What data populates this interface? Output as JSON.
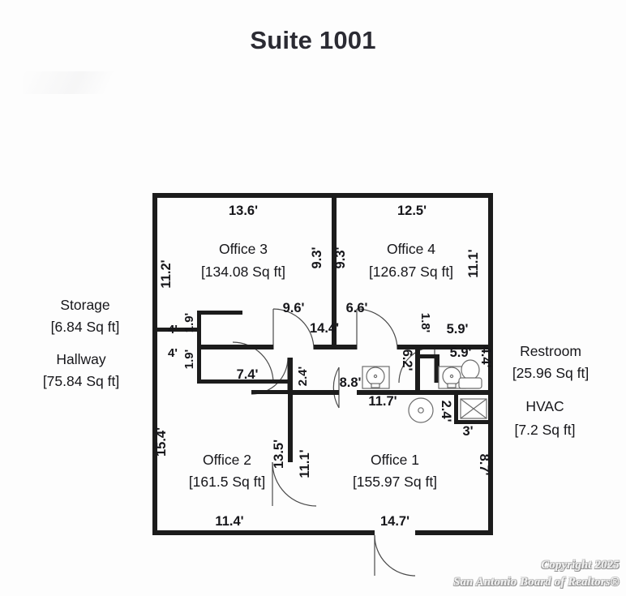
{
  "title": "Suite 1001",
  "copyright": {
    "line1": "Copyright 2025",
    "line2": "San Antonio Board of Realtors®"
  },
  "side_labels": {
    "storage_name": "Storage",
    "storage_area": "[6.84 Sq ft]",
    "hallway_name": "Hallway",
    "hallway_area": "[75.84 Sq ft]",
    "restroom_name": "Restroom",
    "restroom_area": "[25.96 Sq ft]",
    "hvac_name": "HVAC",
    "hvac_area": "[7.2 Sq ft]"
  },
  "rooms": [
    {
      "id": "office3",
      "name": "Office 3",
      "area": "[134.08 Sq ft]"
    },
    {
      "id": "office4",
      "name": "Office 4",
      "area": "[126.87 Sq ft]"
    },
    {
      "id": "office2",
      "name": "Office 2",
      "area": "[161.5 Sq ft]"
    },
    {
      "id": "office1",
      "name": "Office 1",
      "area": "[155.97 Sq ft]"
    }
  ],
  "dimensions": {
    "office3_top": "13.6'",
    "office3_left": "11.2'",
    "office3_right": "9.3'",
    "office3_bottom": "9.6'",
    "office4_top": "12.5'",
    "office4_left": "9.3'",
    "office4_right": "11.1'",
    "office4_bottom": "6.6'",
    "storage_top": "4'",
    "storage_bottom": "4'",
    "storage_side_top": "1.9'",
    "storage_side_bottom": "1.9'",
    "hallway_top": "14.4'",
    "hallway_left": "7.4'",
    "hallway_mid": "2.4'",
    "hallway_bottom": "8.8'",
    "office2_left": "15.4'",
    "office2_right_upper": "13.5'",
    "office2_bottom": "11.4'",
    "office1_left": "11.1'",
    "office1_top": "11.7'",
    "office1_bottom": "14.7'",
    "office1_right": "8.7'",
    "restroom_top": "5.9'",
    "restroom_inner": "5.9'",
    "restroom_right": "4.4'",
    "restroom_left": "6.2'",
    "restroom_wall": "1.8'",
    "hvac_width": "3'",
    "hvac_side": "2.4'"
  }
}
